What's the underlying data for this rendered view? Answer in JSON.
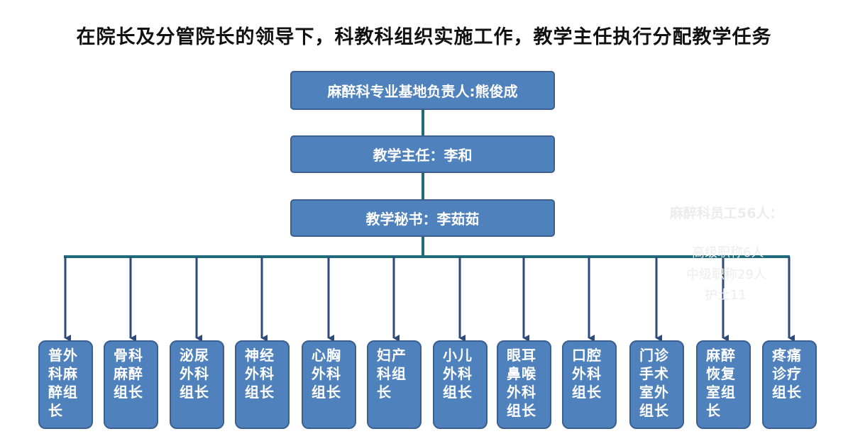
{
  "title": "在院长及分管院长的领导下，科教科组织实施工作，教学主任执行分配教学任务",
  "hierarchy": {
    "head": "麻醉科专业基地负责人:熊俊成",
    "director": "教学主任：李和",
    "secretary": "教学秘书：李茹茹"
  },
  "groups": [
    "普外科麻醉组长",
    "骨科麻醉组长",
    "泌尿外科组长",
    "神经外科组长",
    "心胸外科组长",
    "妇产科组长",
    "小儿外科组长",
    "眼耳鼻喉外科组长",
    "口腔外科组长",
    "门诊手术室外组长",
    "麻醉恢复室组长",
    "疼痛诊疗组长"
  ],
  "staff_note": {
    "heading": "麻醉科员工56人：",
    "lines": [
      "高级职称6人",
      "中级职称29人",
      "护士11"
    ]
  },
  "colors": {
    "box_fill": "#4f81bd",
    "box_border": "#3b5f8f",
    "connector": "#1f6b7a",
    "arrow": "#2e4a7d"
  }
}
